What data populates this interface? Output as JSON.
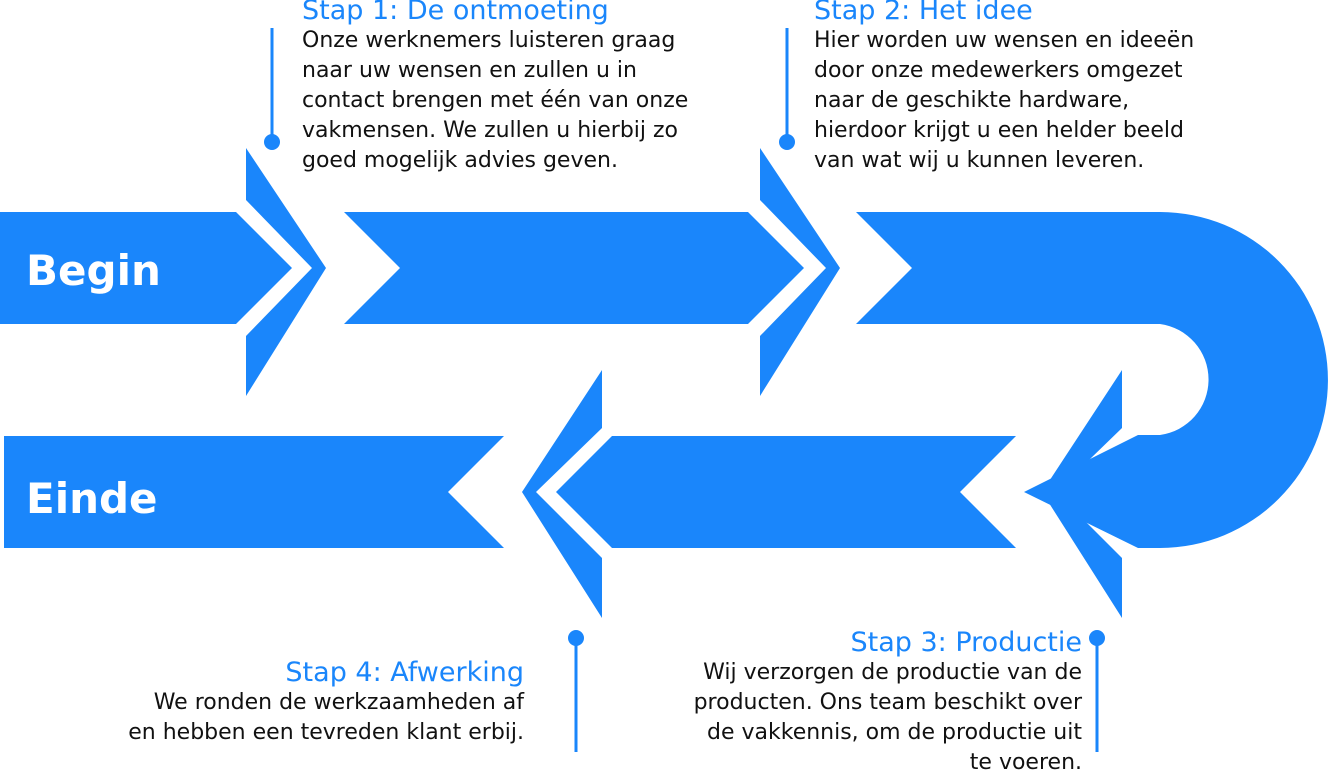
{
  "colors": {
    "accent": "#1a86fb",
    "text": "#111111",
    "background": "#ffffff"
  },
  "flow": {
    "start_label": "Begin",
    "end_label": "Einde"
  },
  "steps": [
    {
      "title": "Stap 1: De ontmoeting",
      "lines": [
        "Onze werknemers luisteren graag",
        "naar uw wensen en zullen u in",
        "contact brengen met één van onze",
        "vakmensen. We zullen u hierbij zo",
        "goed mogelijk advies geven."
      ]
    },
    {
      "title": "Stap 2: Het idee",
      "lines": [
        "Hier worden uw wensen en ideeën",
        "door onze medewerkers omgezet",
        "naar de geschikte hardware,",
        "hierdoor krijgt u een helder beeld",
        "van wat wij u kunnen leveren."
      ]
    },
    {
      "title": "Stap 3: Productie",
      "lines": [
        "Wij verzorgen de productie van de",
        "producten. Ons team beschikt over",
        "de vakkennis, om de productie uit",
        "te voeren."
      ]
    },
    {
      "title": "Stap 4: Afwerking",
      "lines": [
        "We ronden de werkzaamheden af",
        "en hebben een tevreden klant erbij."
      ]
    }
  ]
}
